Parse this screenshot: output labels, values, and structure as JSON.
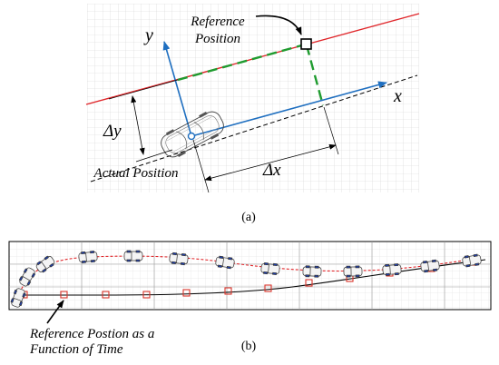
{
  "panel_a": {
    "reference_position_label_line1": "Reference",
    "reference_position_label_line2": "Position",
    "axis_y_label": "y",
    "axis_x_label": "x",
    "delta_y_label": "Δy",
    "delta_x_label": "Δx",
    "actual_position_label": "Actual Position",
    "caption": "(a)"
  },
  "panel_b": {
    "annotation_line1": "Reference Postion as a",
    "annotation_line2": "Function of Time",
    "caption": "(b)"
  },
  "colors": {
    "reference_path": "#e0262a",
    "vehicle_axes": "#1f6fc0",
    "offset_projection": "#1f9b2f",
    "actual_heading": "#000000",
    "reference_markers": "#d9342b",
    "grid": "#cfcfcf"
  }
}
